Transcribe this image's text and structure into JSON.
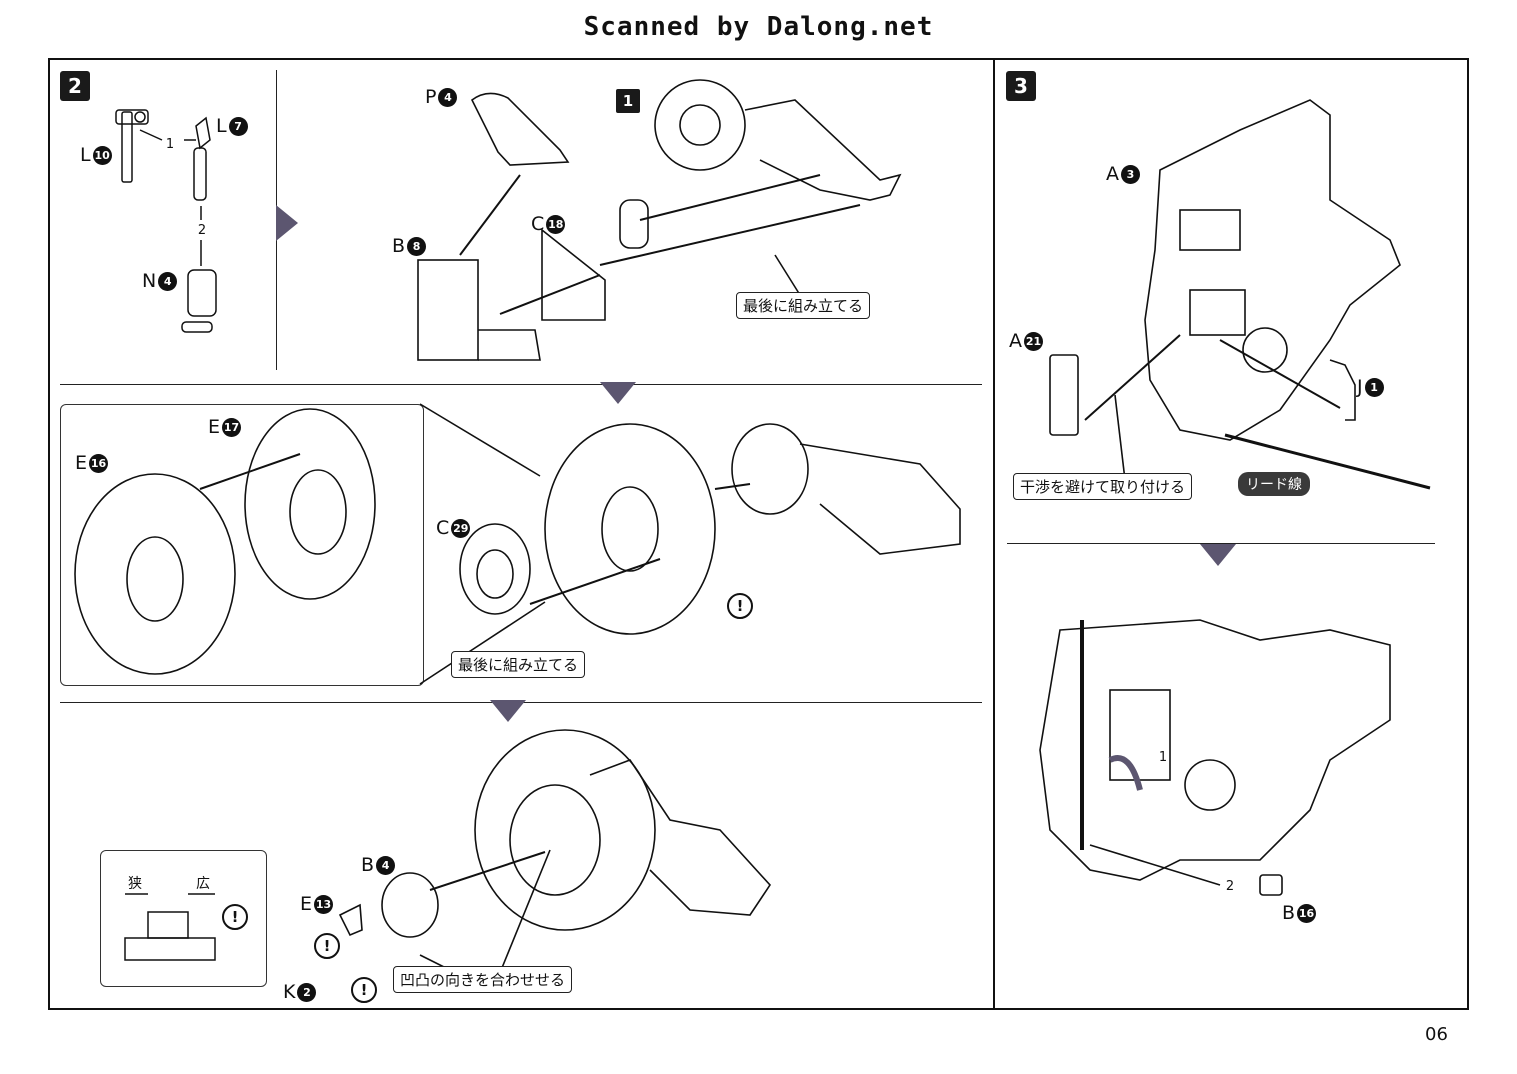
{
  "header": {
    "scan_credit": "Scanned by Dalong.net"
  },
  "page_number": "06",
  "step2": {
    "number": "2",
    "substep1": "1",
    "parts": {
      "l10": {
        "letter": "L",
        "num": "10"
      },
      "l7": {
        "letter": "L",
        "num": "7"
      },
      "n4": {
        "letter": "N",
        "num": "4"
      },
      "p4": {
        "letter": "P",
        "num": "4"
      },
      "b8": {
        "letter": "B",
        "num": "8"
      },
      "c18": {
        "letter": "C",
        "num": "18"
      },
      "e17": {
        "letter": "E",
        "num": "17"
      },
      "e16": {
        "letter": "E",
        "num": "16"
      },
      "c29": {
        "letter": "C",
        "num": "29"
      },
      "b4": {
        "letter": "B",
        "num": "4"
      },
      "e13": {
        "letter": "E",
        "num": "13"
      },
      "k2": {
        "letter": "K",
        "num": "2"
      }
    },
    "order": {
      "first": "1",
      "second": "2"
    },
    "notes": {
      "assemble_last_1": "最後に組み立てる",
      "assemble_last_2": "最後に組み立てる",
      "align_notch": "凹凸の向きを合わせせる"
    },
    "narrow_label": "狭",
    "wide_label": "広",
    "warning_mark": "!"
  },
  "step3": {
    "number": "3",
    "parts": {
      "a3": {
        "letter": "A",
        "num": "3"
      },
      "a21": {
        "letter": "A",
        "num": "21"
      },
      "j1": {
        "letter": "J",
        "num": "1"
      },
      "b16": {
        "letter": "B",
        "num": "16"
      }
    },
    "notes": {
      "avoid_interference": "干渉を避けて取り付ける",
      "lead_wire": "リード線"
    },
    "order": {
      "first": "1",
      "second": "2"
    }
  }
}
